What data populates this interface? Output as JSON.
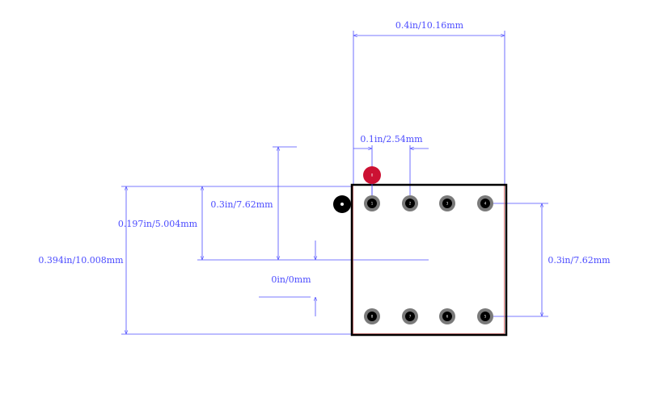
{
  "colors": {
    "dimension": "#4b4bff",
    "outline": "#000000",
    "outline_inner": "#e06060",
    "pad_ring": "#7a7a7a",
    "drill": "#000000",
    "pin1_marker": "#cc1133",
    "pin1_dot": "#000000"
  },
  "dimensions": {
    "top_width": "0.4in/10.16mm",
    "pitch": "0.1in/2.54mm",
    "left_half_height": "0.197in/5.004mm",
    "left_full_height": "0.394in/10.008mm",
    "row_spacing_left": "0.3in/7.62mm",
    "row_spacing_right": "0.3in/7.62mm",
    "offset": "0in/0mm"
  },
  "pads": {
    "top_row": [
      "1",
      "2",
      "3",
      "4"
    ],
    "bottom_row": [
      "8",
      "7",
      "6",
      "5"
    ]
  }
}
